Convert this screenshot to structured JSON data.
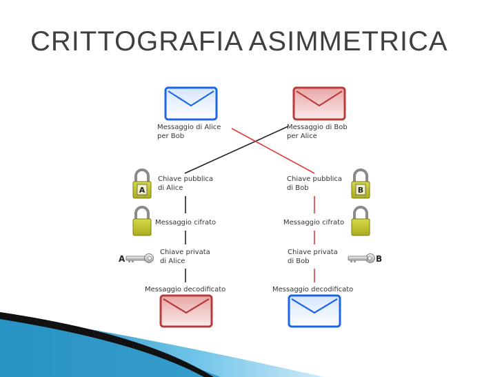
{
  "title": "CRITTOGRAFIA ASIMMETRICA",
  "diagram": {
    "top_left_label": "Messaggio di Alice\nper Bob",
    "top_right_label": "Messaggio di Bob\nper Alice",
    "left_public_key": "Chiave pubblica\ndi Alice",
    "right_public_key": "Chiave pubblica\ndi Bob",
    "left_encrypted": "Messaggio cifrato",
    "right_encrypted": "Messaggio cifrato",
    "left_private_key": "Chiave privata\ndi Alice",
    "right_private_key": "Chiave privata\ndi Bob",
    "left_decrypted": "Messaggio decodificato",
    "right_decrypted": "Messaggio decodificato",
    "lock_letter_alice": "A",
    "lock_letter_bob": "B",
    "key_letter_alice": "A",
    "key_letter_bob": "B"
  },
  "colors": {
    "blue": "#1a66e6",
    "red": "#b83a3a",
    "lock": "#b5b82a",
    "line_red": "#e03a3a",
    "line_black": "#222222"
  }
}
